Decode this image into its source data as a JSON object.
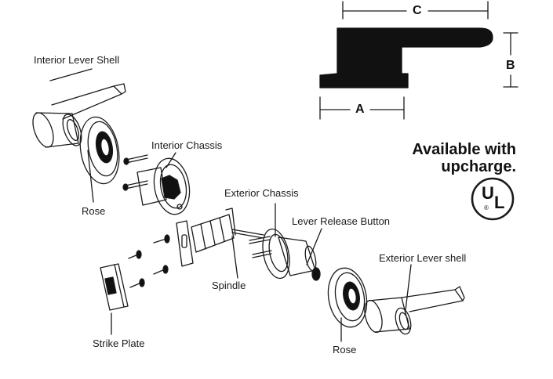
{
  "labels": {
    "interior_lever_shell": "Interior Lever Shell",
    "rose_interior": "Rose",
    "interior_chassis": "Interior Chassis",
    "exterior_chassis": "Exterior Chassis",
    "lever_release_button": "Lever Release Button",
    "exterior_lever_shell": "Exterior Lever shell",
    "spindle": "Spindle",
    "strike_plate": "Strike Plate",
    "rose_exterior": "Rose"
  },
  "dimensions": {
    "a": "A",
    "b": "B",
    "c": "C"
  },
  "callout": {
    "line1": "Available with",
    "line2": "upcharge."
  },
  "ul_mark": {
    "u": "U",
    "l": "L",
    "registered": "®"
  },
  "colors": {
    "ink": "#1a1a1a",
    "background": "#ffffff",
    "silhouette": "#111111"
  }
}
